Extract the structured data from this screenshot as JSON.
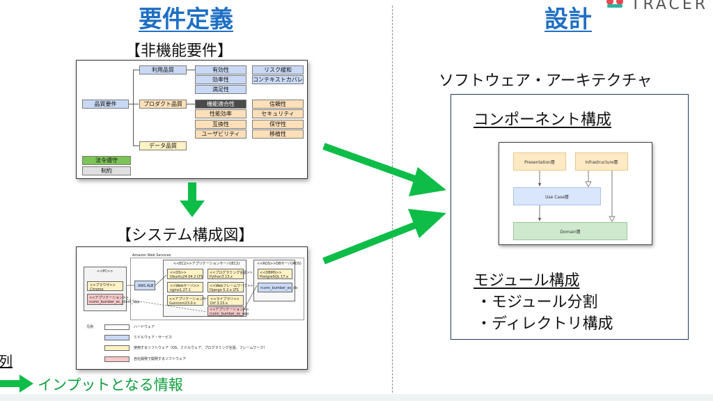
{
  "left": {
    "title": "要件定義",
    "nfr_heading": "【非機能要件】",
    "system_heading": "【システム構成図】",
    "nfr": {
      "root": "品質要件",
      "law": "法令遵守",
      "constraint": "制約",
      "usage_quality": "利用品質",
      "product_quality": "プロダクト品質",
      "data_quality": "データ品質",
      "usage_items": [
        "有効性",
        "効率性",
        "満足性"
      ],
      "usage_items2": [
        "リスク緩和",
        "コンテキストカバレージ"
      ],
      "product_col1": [
        "機能適合性",
        "性能効率",
        "互換性",
        "ユーザビリティ"
      ],
      "product_col2": [
        "信頼性",
        "セキュリティ",
        "保守性",
        "移植性"
      ]
    },
    "system": {
      "title": "Amazon Web Services",
      "left_box_title": "<<PC>>",
      "left_items": [
        "<<ブラウザ>>\nChrome",
        "<<アプリケーション>>\nrconn_bumber_ec_client_app"
      ],
      "alb": "AWS ALB",
      "ec2_title": "<<EC2>>アプリケーションサーバ(EC2)",
      "ec2_items": [
        "<<OS>>\nUbuntu24.04.2 LTS",
        "<<Webサーバ>>\nnginx1.27.1",
        "<<アプリケーションサーバ>>\nGunicorn23.0.x",
        "<<プログラミング言語>>\nPython3.13.x",
        "<<Webフレームワーク>>\nDjango 5.2.x LTS",
        "<<ライブラリ>>\nDrf 3.15.x",
        "<<アプリケーション>>\nrconn_bumber_ec_app"
      ],
      "db_title": "<<RDS>>DBサーバ(RDS)",
      "db_items": [
        "<<DBMS>>\nPostgreSQL 17.x",
        "rconn_bumber_ec_db"
      ],
      "legend_title": "凡例",
      "legend_items": [
        "ハードウェア",
        "ミドルウェア・サービス",
        "使用するソフトウェア（OS、ミドルウェア、プログラミング言語、フレームワーク）",
        "自社開発で開発するソフトウェア"
      ]
    }
  },
  "right": {
    "title": "設計",
    "brand": "TRACER",
    "architecture_label": "ソフトウェア・アーキテクチャ",
    "component_heading": "コンポーネント構成",
    "arch_boxes": {
      "presentation": "Presentation層",
      "infrastructure": "Infrastructure層",
      "usecase": "Use Case層",
      "domain": "Domain層"
    },
    "module_heading": "モジュール構成",
    "module_items": [
      "・モジュール分割",
      "・ディレクトリ構成"
    ]
  },
  "legend": {
    "partial_label": "列",
    "input_label": "インプットとなる情報"
  },
  "colors": {
    "accent_title": "#1e6fc3",
    "arrow_green": "#0dbd48",
    "legend_green": "#0b9e3c"
  }
}
